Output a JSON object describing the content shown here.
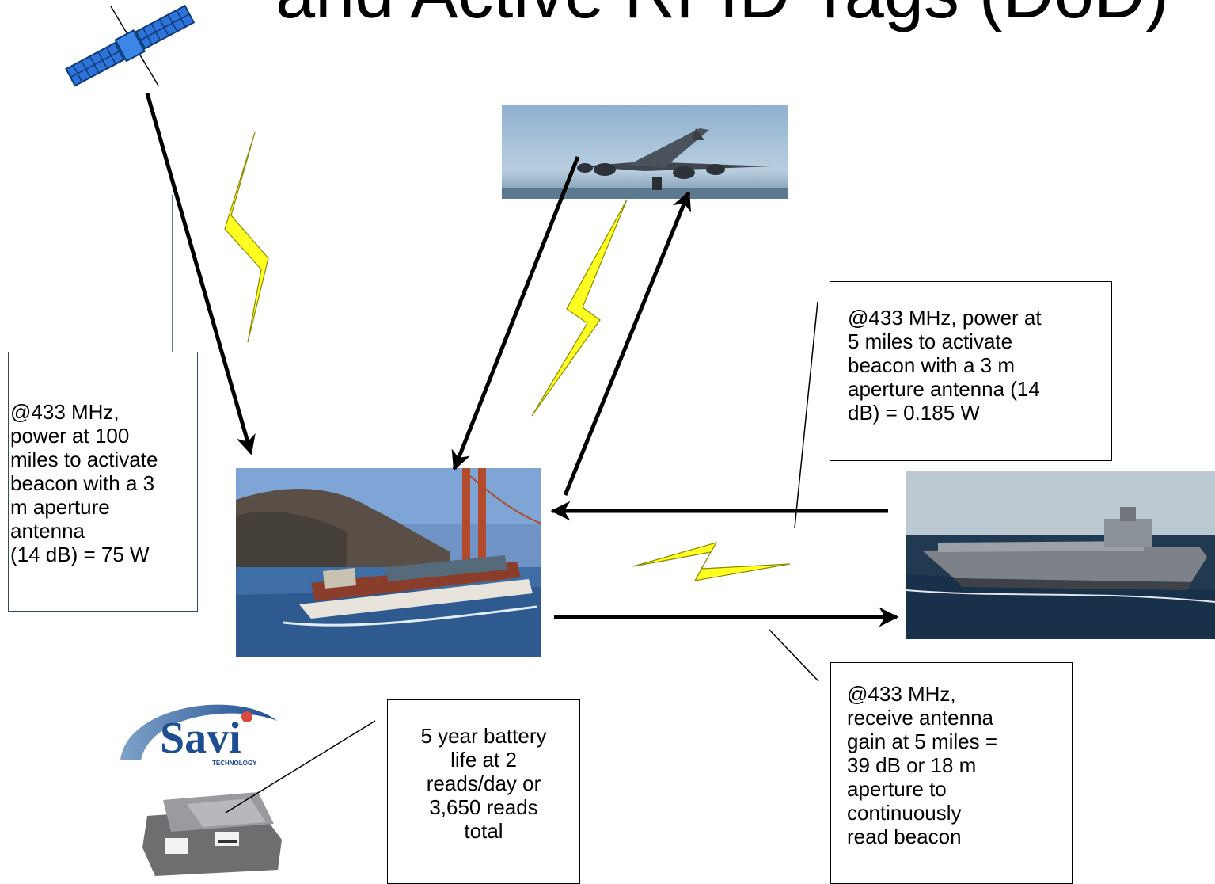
{
  "slide": {
    "title": "and Active RFID Tags (DoD)"
  },
  "colors": {
    "lightning": "#ffff22",
    "lightning_outline": "#8a8a00",
    "arrow": "#000000",
    "callout_left_border": "#2f4a6b"
  },
  "images": {
    "satellite": "satellite-icon",
    "aircraft": "cargo-aircraft-photo",
    "container_ship": "container-ship-photo",
    "navy_ship": "navy-ship-photo",
    "logo": "savi-technology-logo",
    "tag": "rfid-tag-photo"
  },
  "logo": {
    "name": "Savi",
    "subtext": "TECHNOLOGY"
  },
  "callouts": {
    "left": "@433 MHz,\npower at 100\nmiles to activate\nbeacon with a 3\nm aperture\nantenna\n(14 dB) = 75 W",
    "right_top": "@433 MHz, power at\n5 miles to activate\nbeacon with a 3 m\naperture antenna (14\ndB) = 0.185 W",
    "right_bottom": "@433 MHz,\nreceive antenna\ngain at 5 miles =\n39 dB or 18 m\naperture to\ncontinuously\nread beacon",
    "battery": "5 year battery\nlife at 2\nreads/day or\n3,650 reads\ntotal"
  }
}
